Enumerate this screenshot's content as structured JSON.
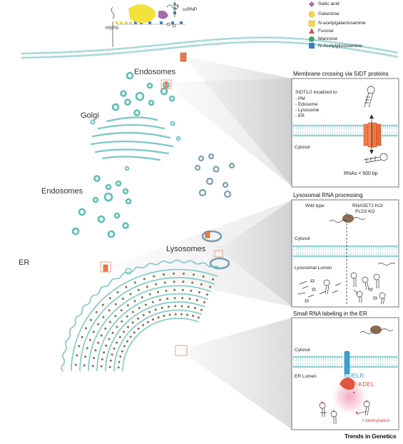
{
  "top": {
    "hspg_label": "HSPG",
    "csrnp_label": "csRNP"
  },
  "legend": [
    {
      "shape": "diamond",
      "color": "#a66aa8",
      "label": "Sialic acid",
      "italic_prefix": ""
    },
    {
      "shape": "circle",
      "color": "#f4d93a",
      "label": "Galactose",
      "italic_prefix": ""
    },
    {
      "shape": "square",
      "color": "#f4d93a",
      "label": "-acetylgalactosamine",
      "italic_prefix": "N"
    },
    {
      "shape": "triangle",
      "color": "#d9534f",
      "label": "Fucose",
      "italic_prefix": ""
    },
    {
      "shape": "circle",
      "color": "#3aa86b",
      "label": "Mannose",
      "italic_prefix": ""
    },
    {
      "shape": "square",
      "color": "#3b7fc4",
      "label": "-Acetylglucosamine",
      "italic_prefix": "N"
    }
  ],
  "cell": {
    "endosomes_top": "Endosomes",
    "golgi": "Golgi",
    "endosomes_mid": "Endosomes",
    "lysosomes": "Lysosomes",
    "er": "ER"
  },
  "panel1": {
    "title": "Membrane crossing via SIDT proteins",
    "localized_header": "SIDT1/2 localized to:",
    "localized_items": [
      "- PM",
      "- Edosome",
      "- Lysosome",
      "- ER"
    ],
    "cytosol": "Cytosol",
    "rna_size": "RNAs < 500 bp"
  },
  "panel2": {
    "title": "Lysosomal RNA processing",
    "wild_type": "Wild type",
    "ko_line1": "RNASET2 KO/",
    "ko_line2": "PLD3 KO",
    "cytosol": "Cytosol",
    "lumen": "Lysosomal Lumen"
  },
  "panel3": {
    "title": "Small RNA labeling in the ER",
    "cytosol": "Cytosol",
    "lumen": "ER Lumen",
    "kdelr": "KDELR",
    "hrp": "HRP-KDEL",
    "biotinylation": "• biotinylation"
  },
  "footer": {
    "journal": "Trends in Genetics"
  },
  "colors": {
    "membrane": "#7ec8c4",
    "teal": "#5bbfb4",
    "lysosome": "#7a9fb3",
    "channel": "#ef7a4e",
    "ribosome": "#8a6a50",
    "kdelr": "#3a9fd6",
    "hrp": "#e2553a",
    "glow": "#f5a6b8"
  }
}
